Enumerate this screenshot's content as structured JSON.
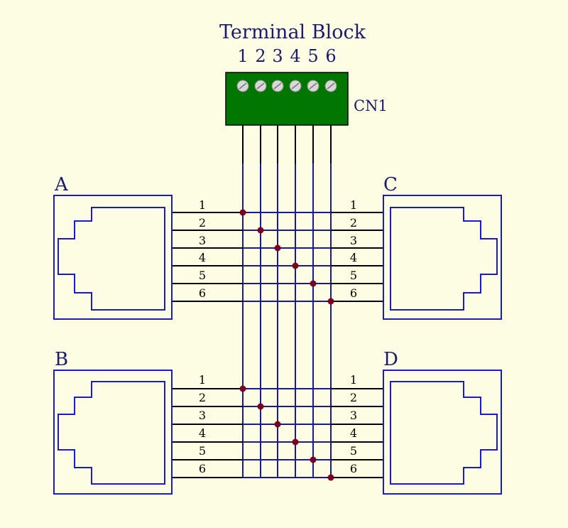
{
  "diagram": {
    "title": "Terminal Block",
    "terminal_block": {
      "ref": "CN1",
      "pins": [
        "1",
        "2",
        "3",
        "4",
        "5",
        "6"
      ]
    },
    "jacks": [
      {
        "id": "a",
        "label": "A",
        "pins": [
          "1",
          "2",
          "3",
          "4",
          "5",
          "6"
        ]
      },
      {
        "id": "b",
        "label": "B",
        "pins": [
          "1",
          "2",
          "3",
          "4",
          "5",
          "6"
        ]
      },
      {
        "id": "c",
        "label": "C",
        "pins": [
          "1",
          "2",
          "3",
          "4",
          "5",
          "6"
        ]
      },
      {
        "id": "d",
        "label": "D",
        "pins": [
          "1",
          "2",
          "3",
          "4",
          "5",
          "6"
        ]
      }
    ],
    "colors": {
      "background": "#fdfde4",
      "wire_black": "#000000",
      "wire_blue": "#1a1a8c",
      "outline_blue": "#1a1acc",
      "label_navy": "#1a1a6e",
      "junction": "#7a0020",
      "terminal_green": "#007700",
      "screw": "#d8d8d8"
    }
  }
}
